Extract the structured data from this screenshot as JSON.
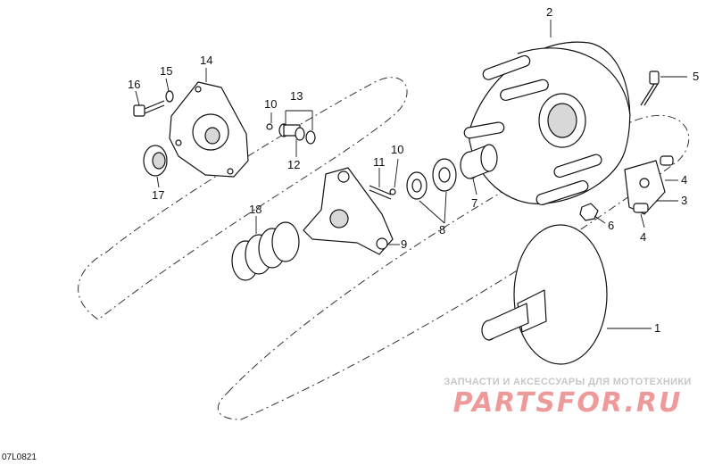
{
  "diagram": {
    "drawing_code": "07L0821",
    "callouts": {
      "c1": "1",
      "c2": "2",
      "c3": "3",
      "c4a": "4",
      "c4b": "4",
      "c5": "5",
      "c6": "6",
      "c7": "7",
      "c8": "8",
      "c9": "9",
      "c10a": "10",
      "c10b": "10",
      "c11": "11",
      "c12": "12",
      "c13": "13",
      "c14": "14",
      "c15": "15",
      "c16": "16",
      "c17": "17",
      "c18": "18"
    }
  },
  "watermark": {
    "caption": "ЗАПЧАСТИ И АКСЕССУАРЫ ДЛЯ МОТОТЕХНИКИ",
    "logo": "PARTSFOR.RU",
    "color": "#ee9a9a"
  }
}
